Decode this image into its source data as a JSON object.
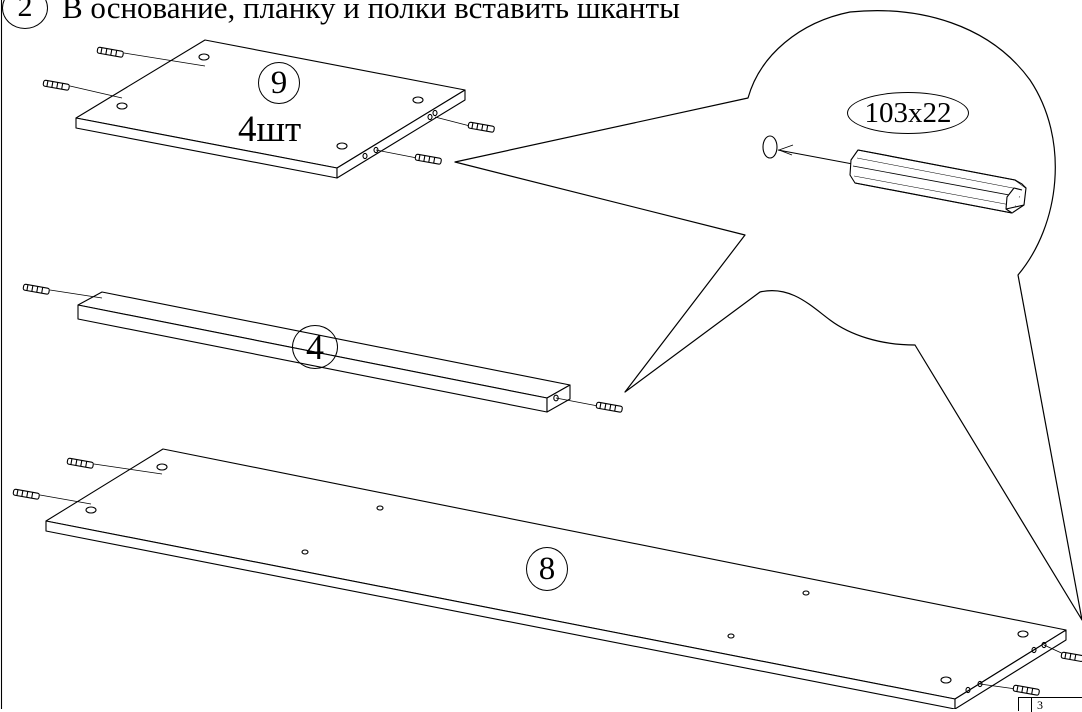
{
  "step": {
    "number": "2",
    "instruction": "В основание, планку и полки вставить шканты"
  },
  "parts": {
    "shelf": {
      "number": "9",
      "quantity": "4шт"
    },
    "rail": {
      "number": "4"
    },
    "base": {
      "number": "8"
    }
  },
  "dowel": {
    "size": "103x22"
  },
  "page": {
    "number": "3"
  },
  "colors": {
    "ink": "#000000",
    "paper": "#ffffff"
  }
}
